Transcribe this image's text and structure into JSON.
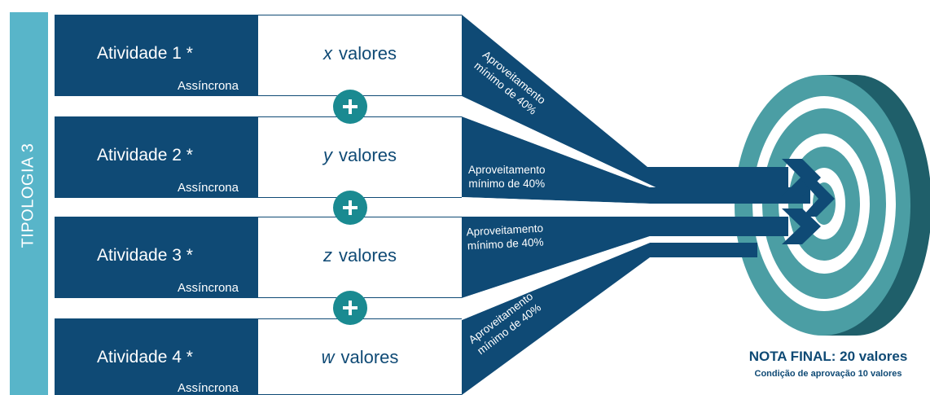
{
  "sidebar": {
    "label": "TIPOLOGIA 3"
  },
  "activities": [
    {
      "name": "Atividade 1 *",
      "type": "Assíncrona",
      "var": "x",
      "unit": "valores"
    },
    {
      "name": "Atividade 2 *",
      "type": "Assíncrona",
      "var": "y",
      "unit": "valores"
    },
    {
      "name": "Atividade 3 *",
      "type": "Assíncrona",
      "var": "z",
      "unit": "valores"
    },
    {
      "name": "Atividade 4 *",
      "type": "Assíncrona",
      "var": "w",
      "unit": "valores"
    }
  ],
  "conditions": [
    {
      "line1": "Aproveitamento",
      "line2": "mínimo de 40%"
    },
    {
      "line1": "Aproveitamento",
      "line2": "mínimo de 40%"
    },
    {
      "line1": "Aproveitamento",
      "line2": "mínimo de 40%"
    },
    {
      "line1": "Aproveitamento",
      "line2": "mínimo de 40%"
    }
  ],
  "result": {
    "title": "NOTA FINAL: 20 valores",
    "subtitle": "Condição de aprovação 10 valores"
  },
  "colors": {
    "navy": "#0f4a75",
    "teal": "#1a8a91",
    "sidebar": "#58b5c9",
    "target_light": "#4b9ea4",
    "target_dark": "#1f5f6a"
  }
}
